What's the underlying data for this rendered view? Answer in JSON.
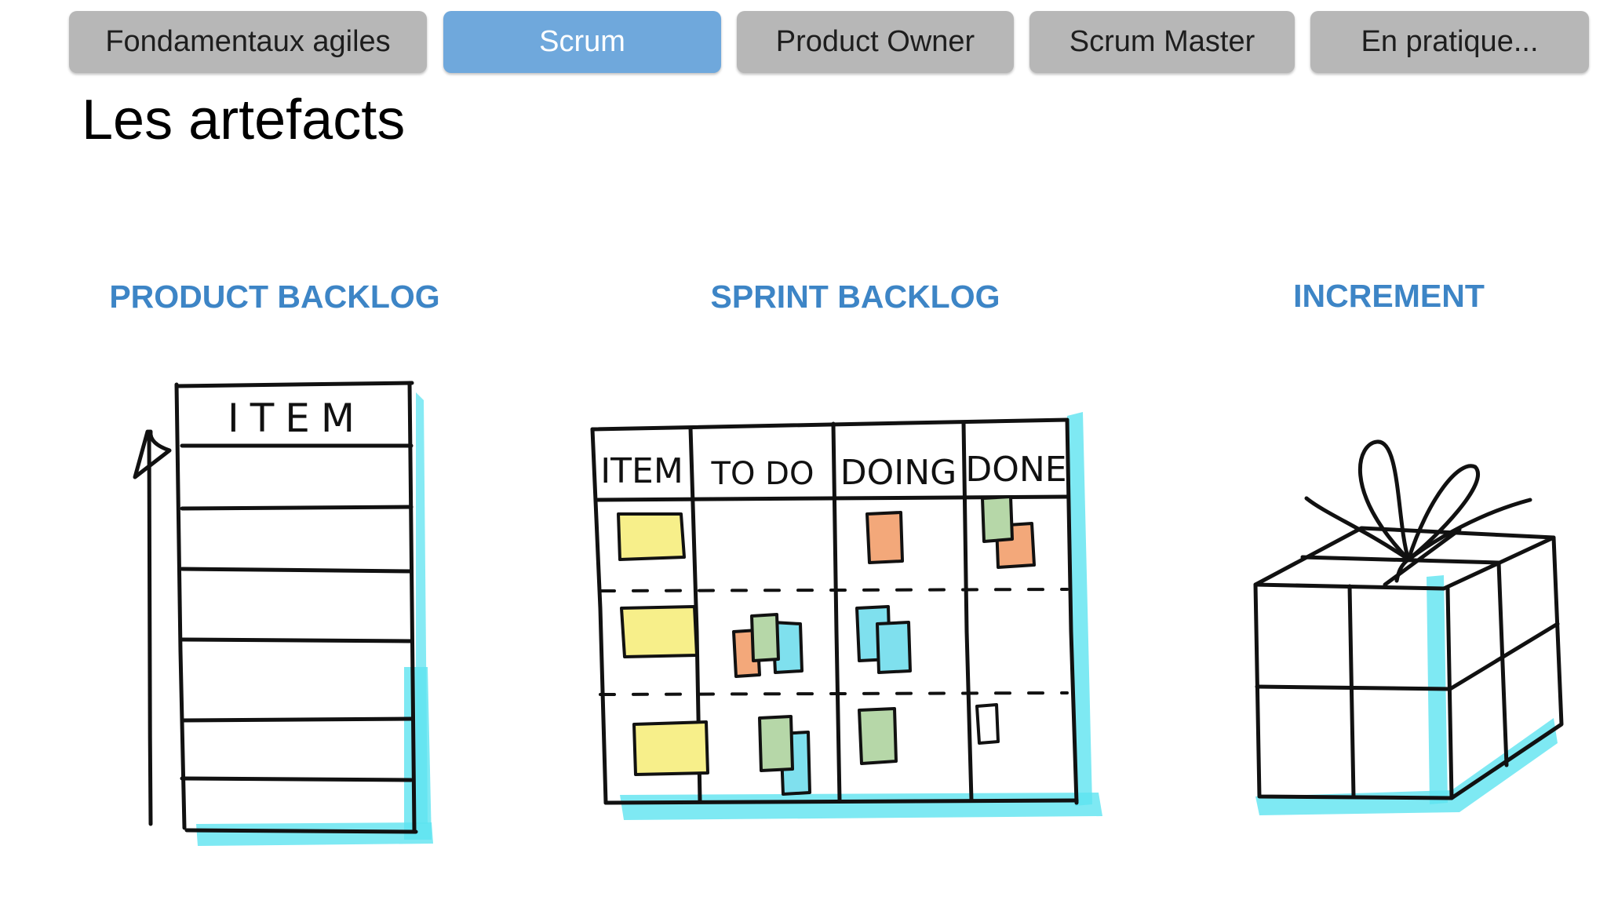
{
  "nav": {
    "tabs": [
      {
        "label": "Fondamentaux agiles",
        "active": false
      },
      {
        "label": "Scrum",
        "active": true
      },
      {
        "label": "Product Owner",
        "active": false
      },
      {
        "label": "Scrum Master",
        "active": false
      },
      {
        "label": "En pratique...",
        "active": false
      }
    ]
  },
  "page": {
    "title": "Les artefacts"
  },
  "sections": {
    "product_backlog": {
      "title": "PRODUCT BACKLOG",
      "column_header": "ITEM"
    },
    "sprint_backlog": {
      "title": "SPRINT BACKLOG",
      "columns": [
        "ITEM",
        "TO DO",
        "DOING",
        "DONE"
      ]
    },
    "increment": {
      "title": "INCREMENT"
    }
  },
  "colors": {
    "accent": "#3d85c6",
    "tab_active": "#6fa8dc",
    "tab_inactive": "#b7b7b7",
    "highlight_cyan": "#5ee3f0",
    "sticky_yellow": "#f7ef8a",
    "sticky_orange": "#f3a87a",
    "sticky_green": "#b6d7a8",
    "sticky_blue": "#7fe0ee"
  }
}
